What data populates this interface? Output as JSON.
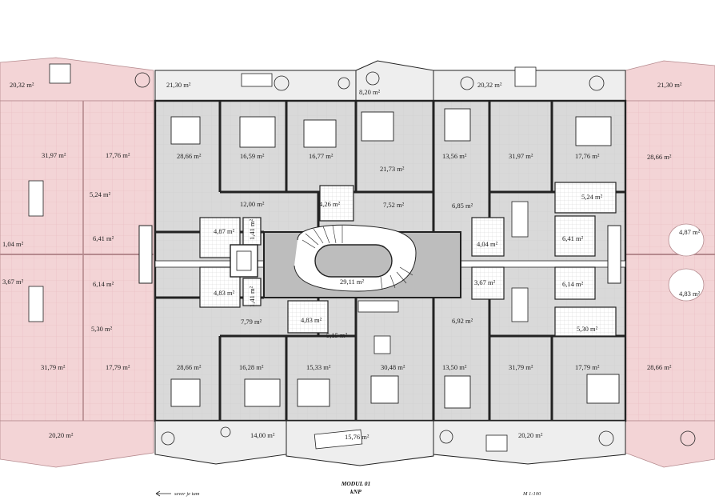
{
  "drawing": {
    "title": "MODUL 01",
    "floor": "kNP",
    "scale": "M 1:100",
    "north_note": "sever je tam",
    "colors": {
      "adjacent_module": "#f3d4d6",
      "adjacent_module_grid": "#e8b6ba",
      "room_fill": "#d9d9d9",
      "terrace_fill": "#eeeeee",
      "core_fill": "#bdbdbd",
      "wall": "#222222"
    }
  },
  "rooms": [
    {
      "label": "20,32 m²"
    },
    {
      "label": "21,30 m²"
    },
    {
      "label": "8,20 m²"
    },
    {
      "label": "20,32 m²"
    },
    {
      "label": "21,30 m²"
    },
    {
      "label": "31,97 m²"
    },
    {
      "label": "17,76 m²"
    },
    {
      "label": "28,66 m²"
    },
    {
      "label": "16,59 m²"
    },
    {
      "label": "16,77 m²"
    },
    {
      "label": "21,73 m²"
    },
    {
      "label": "13,56 m²"
    },
    {
      "label": "31,97 m²"
    },
    {
      "label": "17,76 m²"
    },
    {
      "label": "28,66 m²"
    },
    {
      "label": "5,24 m²"
    },
    {
      "label": "12,00 m²"
    },
    {
      "label": "4,26 m²"
    },
    {
      "label": "7,52 m²"
    },
    {
      "label": "6,85 m²"
    },
    {
      "label": "5,24 m²"
    },
    {
      "label": "6,41 m²"
    },
    {
      "label": "4,87 m²"
    },
    {
      "label": "1,41 m²"
    },
    {
      "label": "4,04 m²"
    },
    {
      "label": "6,41 m²"
    },
    {
      "label": "4,87 m²"
    },
    {
      "label": "1,04 m²"
    },
    {
      "label": "29,11 m²"
    },
    {
      "label": "3,67 m²"
    },
    {
      "label": "6,14 m²"
    },
    {
      "label": "4,83 m²"
    },
    {
      "label": "1,41 m²"
    },
    {
      "label": "3,67 m²"
    },
    {
      "label": "6,14 m²"
    },
    {
      "label": "4,83 m²"
    },
    {
      "label": "7,79 m²"
    },
    {
      "label": "4,83 m²"
    },
    {
      "label": "6,92 m²"
    },
    {
      "label": "5,30 m²"
    },
    {
      "label": "5,15 m²"
    },
    {
      "label": "5,30 m²"
    },
    {
      "label": "31,79 m²"
    },
    {
      "label": "17,79 m²"
    },
    {
      "label": "28,66 m²"
    },
    {
      "label": "16,28 m²"
    },
    {
      "label": "15,33 m²"
    },
    {
      "label": "30,48 m²"
    },
    {
      "label": "13,50 m²"
    },
    {
      "label": "31,79 m²"
    },
    {
      "label": "17,79 m²"
    },
    {
      "label": "28,66 m²"
    },
    {
      "label": "20,20 m²"
    },
    {
      "label": "14,00 m²"
    },
    {
      "label": "15,76 m²"
    },
    {
      "label": "20,20 m²"
    }
  ]
}
